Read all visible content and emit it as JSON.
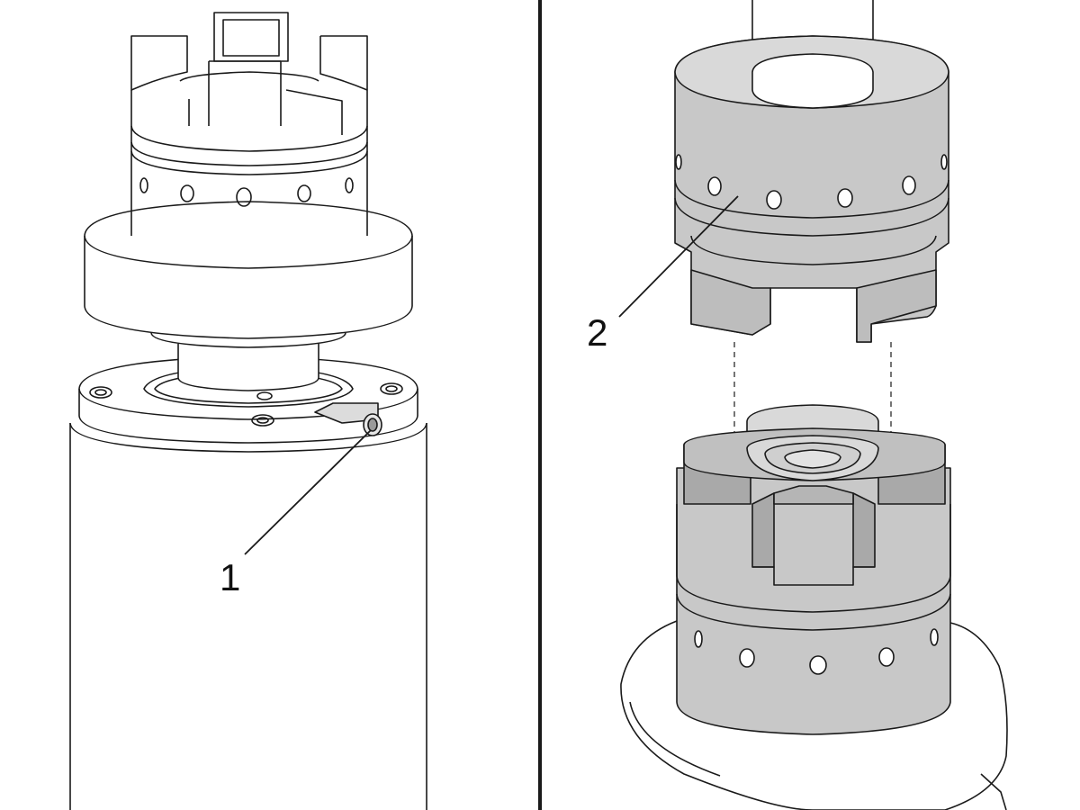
{
  "figure": {
    "callouts": [
      {
        "id": "1",
        "label": "1"
      },
      {
        "id": "2",
        "label": "2"
      }
    ]
  },
  "colors": {
    "line": "#1a1a1a",
    "shaded": "#c8c8c8",
    "shaded_dark": "#a9a9a9",
    "shaded_light": "#d9d9d9",
    "background": "#ffffff"
  }
}
